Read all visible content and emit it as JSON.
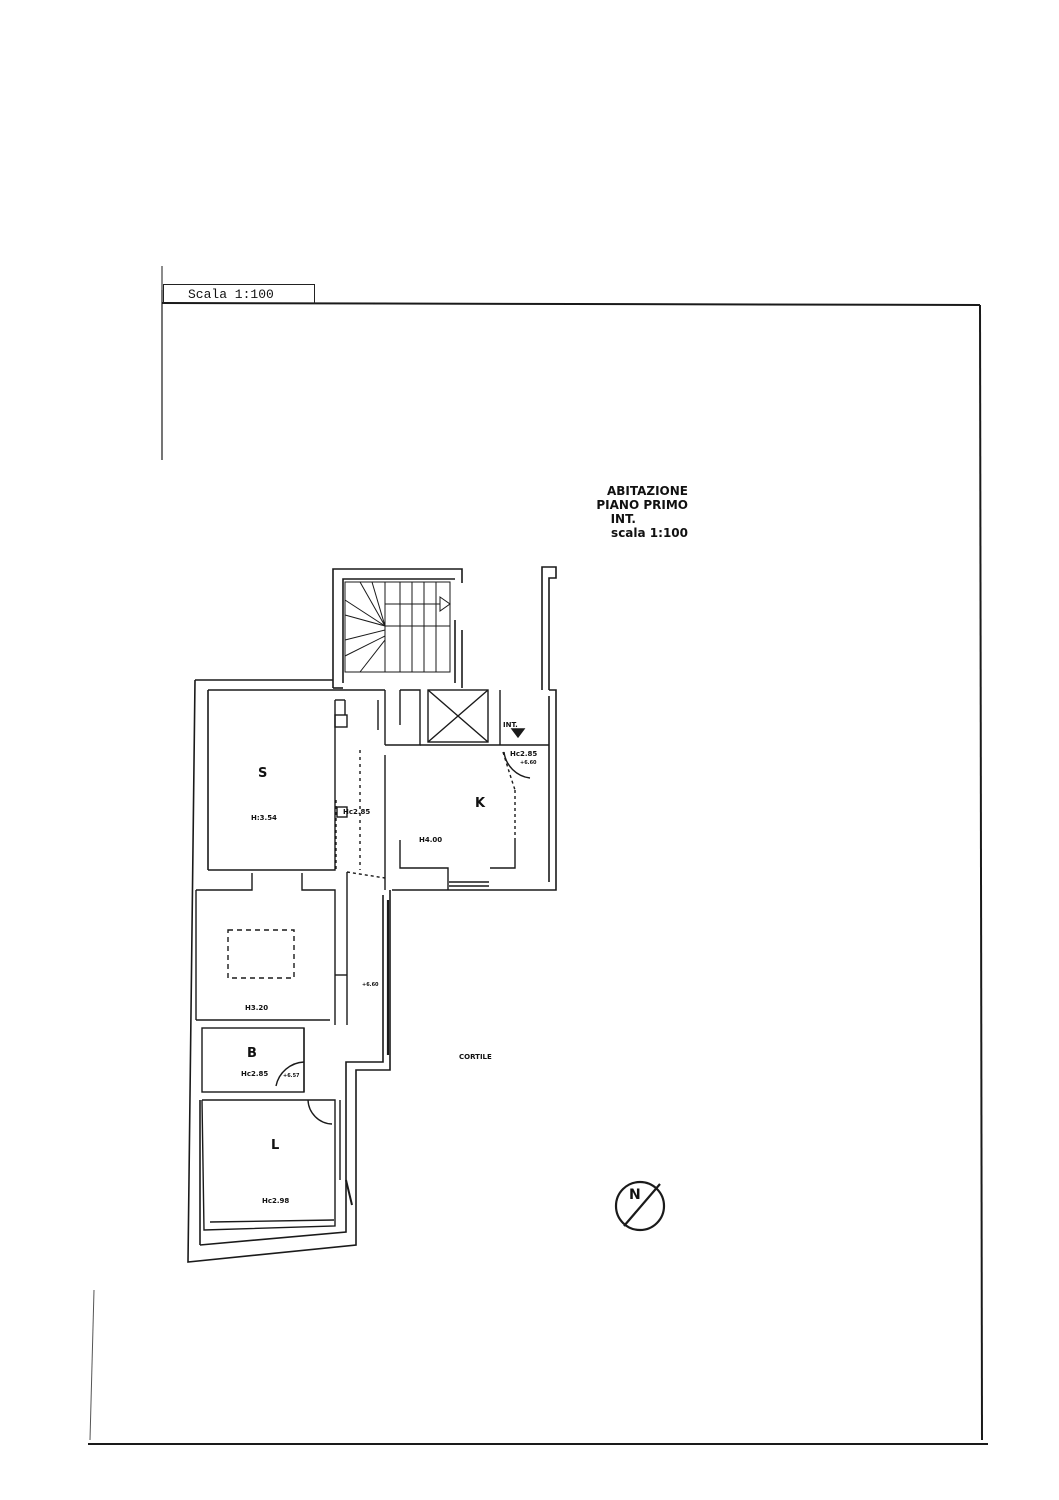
{
  "header": {
    "scale_label": "Scala 1:100"
  },
  "title_block": {
    "line1": "ABITAZIONE",
    "line2": "PIANO PRIMO",
    "line3": "INT.",
    "line4": "scala 1:100"
  },
  "rooms": {
    "s": {
      "letter": "S",
      "height": "H:3.54"
    },
    "corridor": {
      "height": "Hc2.85"
    },
    "k": {
      "letter": "K",
      "height": "H4.00"
    },
    "entry": {
      "height": "Hc2.85",
      "int_label": "INT.",
      "level": "+6.60"
    },
    "room2": {
      "height": "H3.20",
      "level": "+6.60"
    },
    "b": {
      "letter": "B",
      "height": "Hc2.85",
      "level": "+6.57"
    },
    "l": {
      "letter": "L",
      "height": "Hc2.98"
    }
  },
  "courtyard_label": "CORTILE",
  "north_arrow": {
    "label": "N",
    "icon": "north-arrow-icon"
  },
  "colors": {
    "line": "#1a1a1a",
    "paper": "#ffffff"
  }
}
